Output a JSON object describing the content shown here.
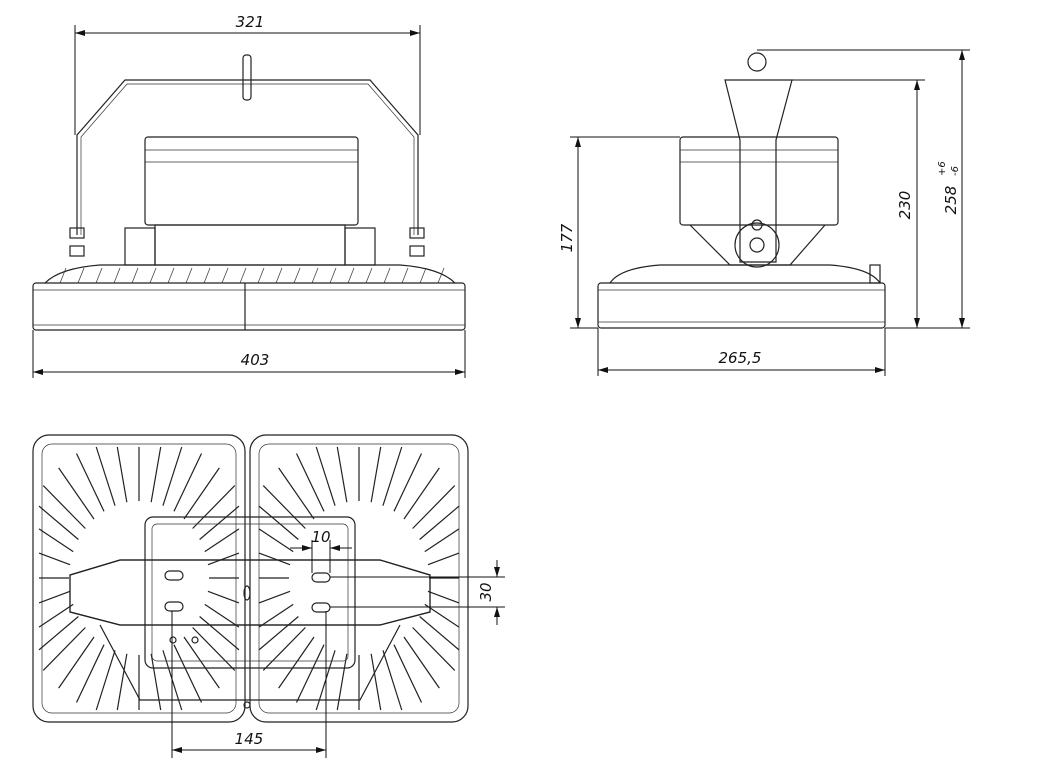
{
  "drawing": {
    "front_view": {
      "width_top": "321",
      "width_base": "403"
    },
    "side_view": {
      "height_body": "177",
      "height_mount": "230",
      "height_total": "258",
      "height_total_tol_plus": "+6",
      "height_total_tol_minus": "-6",
      "width_base": "265,5"
    },
    "bottom_view": {
      "slot_width": "10",
      "slot_spacing": "30",
      "mount_spacing": "145"
    },
    "colors": {
      "line": "#222222",
      "background": "#ffffff"
    }
  }
}
